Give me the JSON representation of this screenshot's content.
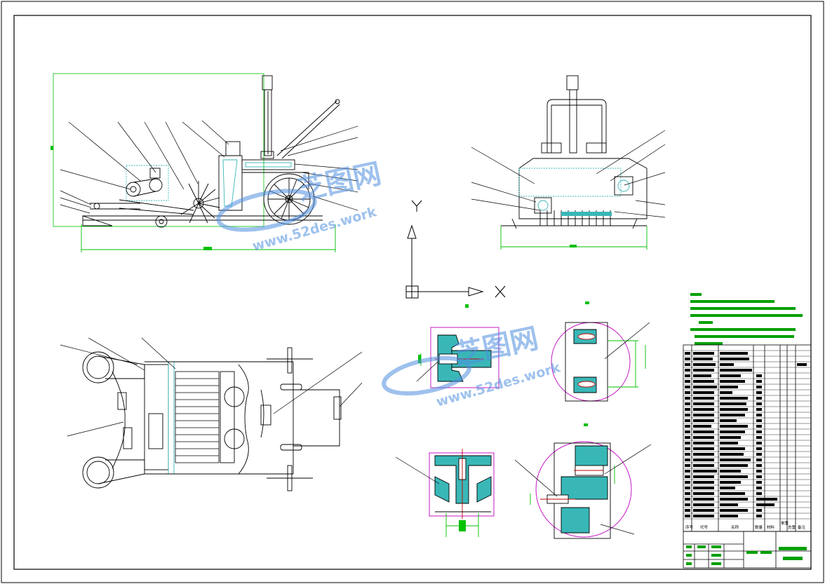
{
  "drawing": {
    "ucs_labels": {
      "x_axis": "X",
      "y_axis": "Y"
    }
  },
  "watermarks": [
    {
      "brand": "芝图网",
      "url": "www.52des.work"
    },
    {
      "brand": "芝图网",
      "url": "www.52des.work"
    }
  ],
  "colors": {
    "line": "#000000",
    "dimension": "#00c000",
    "section_frame": "#c000c0",
    "hatch": "#39b7b7",
    "notes": "#00a000",
    "watermark": "#4f8fe0",
    "highlight": "#c00000"
  },
  "title_block": {
    "table_header": [
      "序号",
      "代号",
      "名称",
      "数量",
      "材料",
      "单重",
      "总重",
      "备注"
    ]
  }
}
